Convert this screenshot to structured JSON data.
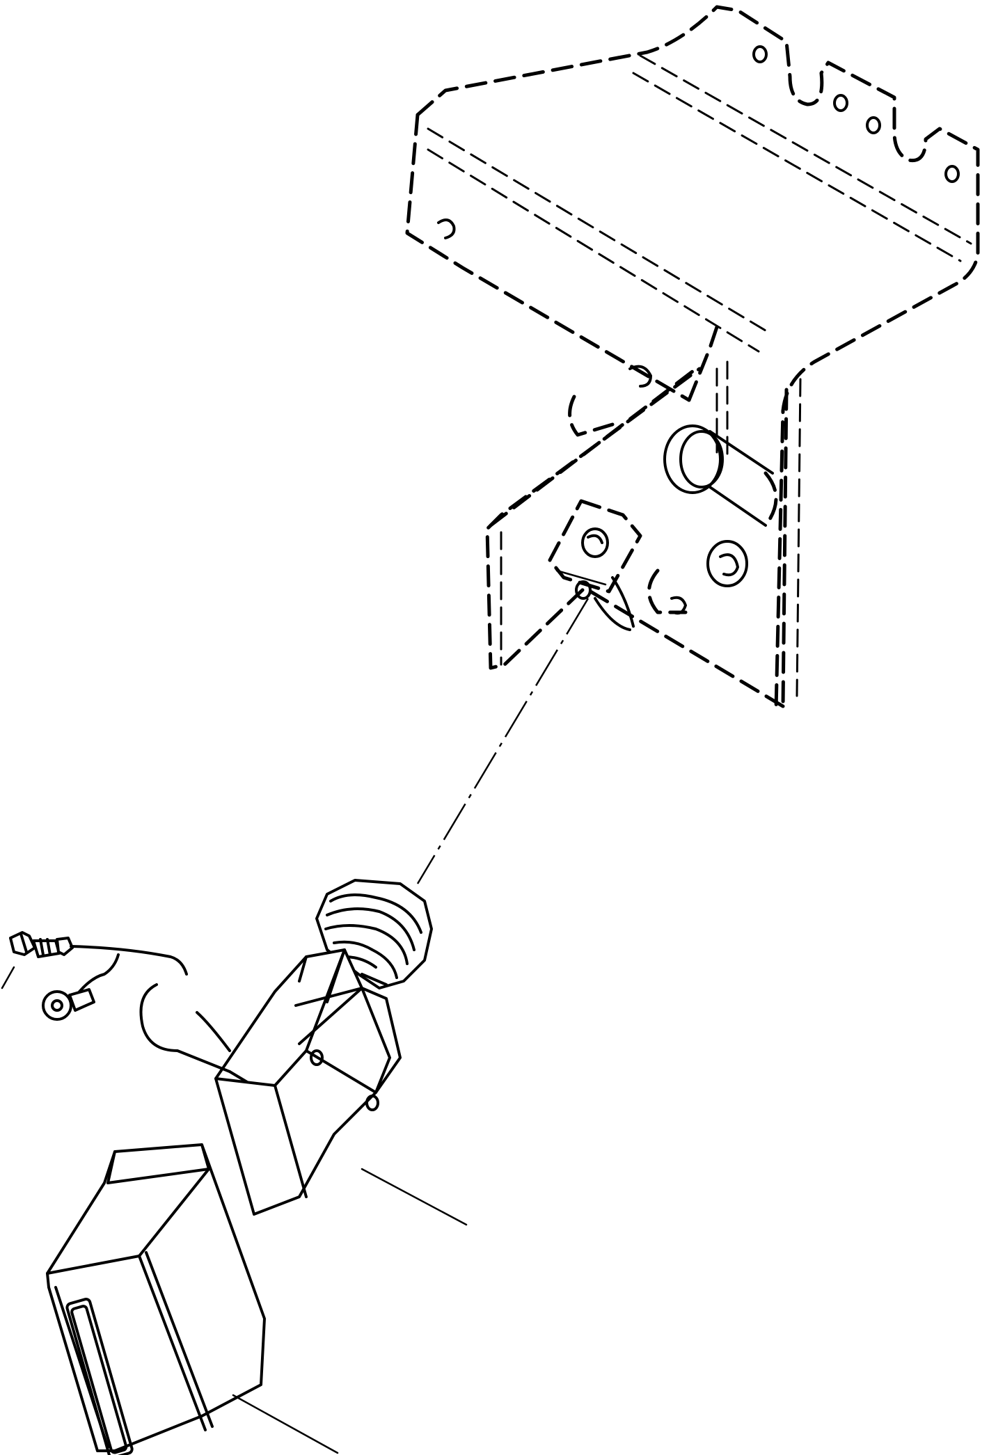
{
  "figure": {
    "parts": [
      {
        "name": "mounting-bracket",
        "style": "phantom (dashed)"
      },
      {
        "name": "limit-switch-body"
      },
      {
        "name": "switch-cover"
      },
      {
        "name": "cable-gland-nut"
      },
      {
        "name": "ground-wire-terminal"
      },
      {
        "name": "mounting-screw"
      }
    ]
  }
}
